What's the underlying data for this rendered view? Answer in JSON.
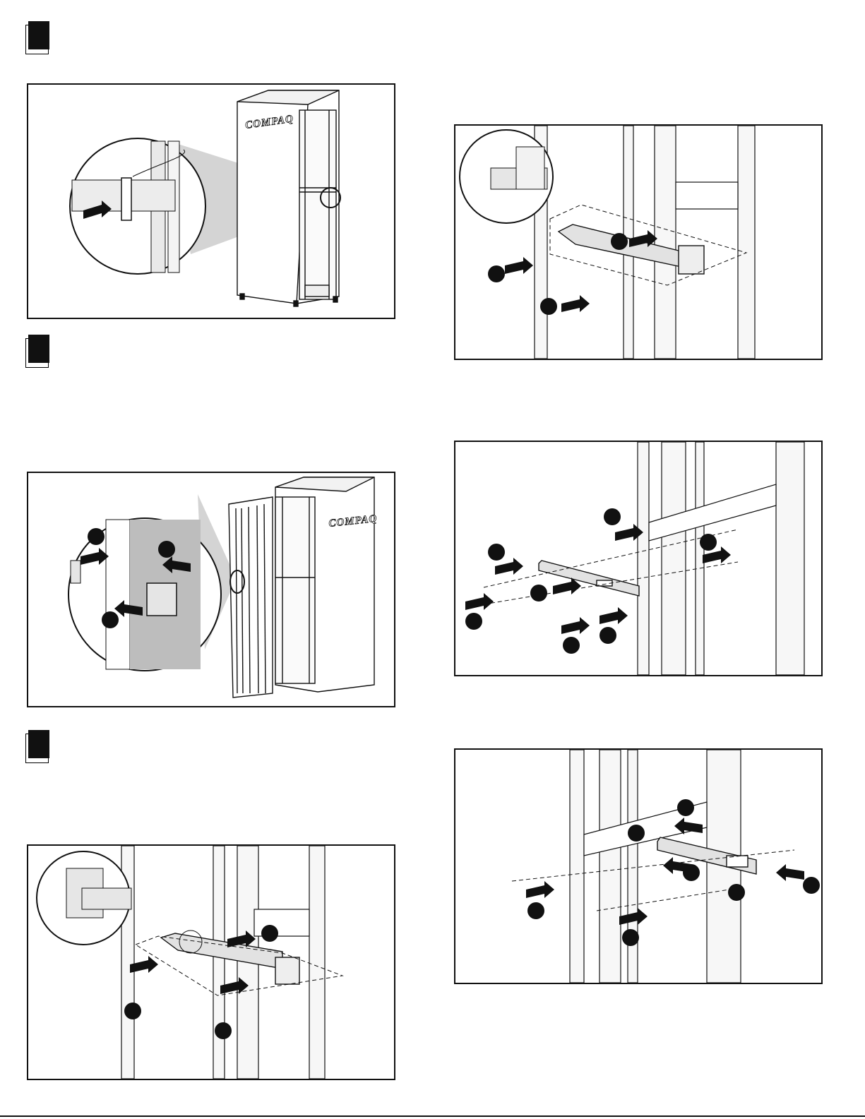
{
  "document": {
    "type": "installation-illustrations"
  },
  "steps": [
    {
      "marker": "step-marker-1"
    },
    {
      "marker": "step-marker-2"
    },
    {
      "marker": "step-marker-3"
    }
  ],
  "figures": {
    "cabinet_brand": "COMPAQ",
    "panel_count": 6
  },
  "icons": [
    "arrow-icon",
    "callout-icon",
    "magnifier-circle-icon",
    "screw-icon",
    "bracket-icon",
    "rail-icon",
    "cabinet-icon"
  ]
}
